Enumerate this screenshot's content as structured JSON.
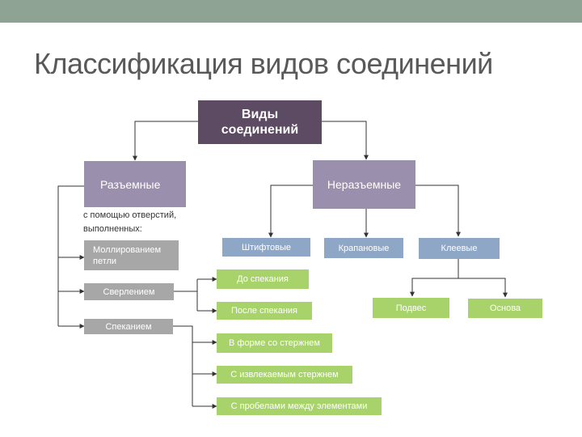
{
  "slide": {
    "title": "Классификация видов соединений",
    "accent_color": "#8fa394"
  },
  "diagram": {
    "root": {
      "line1": "Виды",
      "line2": "соединений"
    },
    "detachable": {
      "label": "Разъемные",
      "note_line1": "с помощью отверстий,",
      "note_line2": "выполненных:",
      "methods": [
        {
          "line1": "Моллированием",
          "line2": "петли"
        },
        {
          "label": "Сверлением"
        },
        {
          "label": "Спеканием"
        }
      ],
      "options": [
        "До спекания",
        "После спекания",
        "В форме со стержнем",
        "С извлекаемым стержнем",
        "С пробелами между элементами"
      ]
    },
    "permanent": {
      "label": "Неразъемные",
      "types": [
        "Штифтовые",
        "Крапановые",
        "Клеевые"
      ],
      "adhesive_types": [
        "Подвес",
        "Основа"
      ]
    }
  }
}
